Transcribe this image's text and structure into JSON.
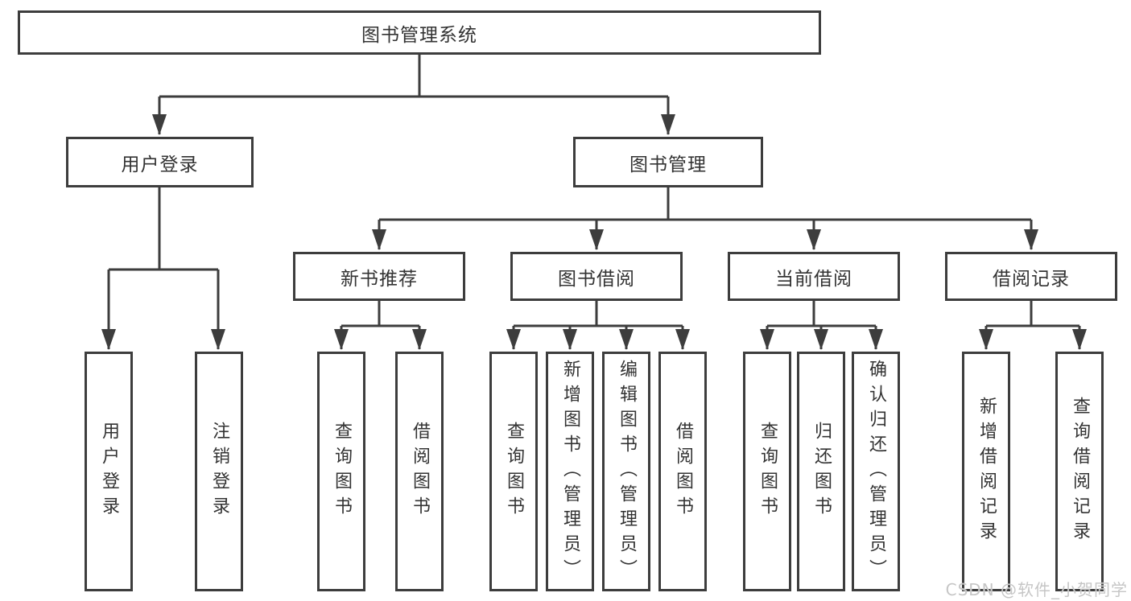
{
  "page": {
    "background": "#ffffff"
  },
  "colors": {
    "line": "#3d3d3d",
    "node_border": "#3d3d3d",
    "node_fill": "#ffffff",
    "text": "#333333",
    "watermark": "#c6c6c6"
  },
  "watermark": {
    "text": "CSDN @软件_小贺同学"
  },
  "tree": {
    "root": {
      "label": "图书管理系统"
    },
    "branches": [
      {
        "label": "用户登录",
        "children": [
          {
            "label": "用户登录"
          },
          {
            "label": "注销登录"
          }
        ]
      },
      {
        "label": "图书管理",
        "children": [
          {
            "label": "新书推荐",
            "children": [
              {
                "label": "查询图书"
              },
              {
                "label": "借阅图书"
              }
            ]
          },
          {
            "label": "图书借阅",
            "children": [
              {
                "label": "查询图书"
              },
              {
                "label": "新增图书（管理员）"
              },
              {
                "label": "编辑图书（管理员）"
              },
              {
                "label": "借阅图书"
              }
            ]
          },
          {
            "label": "当前借阅",
            "children": [
              {
                "label": "查询图书"
              },
              {
                "label": "归还图书"
              },
              {
                "label": "确认归还（管理员）"
              }
            ]
          },
          {
            "label": "借阅记录",
            "children": [
              {
                "label": "新增借阅记录"
              },
              {
                "label": "查询借阅记录"
              }
            ]
          }
        ]
      }
    ]
  }
}
